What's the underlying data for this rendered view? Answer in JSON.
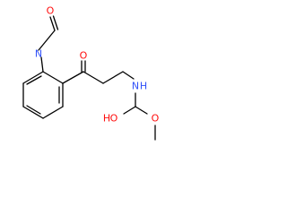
{
  "molecule": {
    "colors": {
      "bond": "#000000",
      "oxygen": "#ff0d0d",
      "nitrogen": "#3050f8",
      "background": "#ffffff"
    },
    "atom_labels": {
      "O_formyl": "O",
      "N_formamide": "N",
      "O_ketone": "O",
      "N_carbamate": "N",
      "O_hydroxy": "O",
      "O_methoxy": "O",
      "H_of_NH": "H",
      "H_of_OH": "H"
    }
  }
}
